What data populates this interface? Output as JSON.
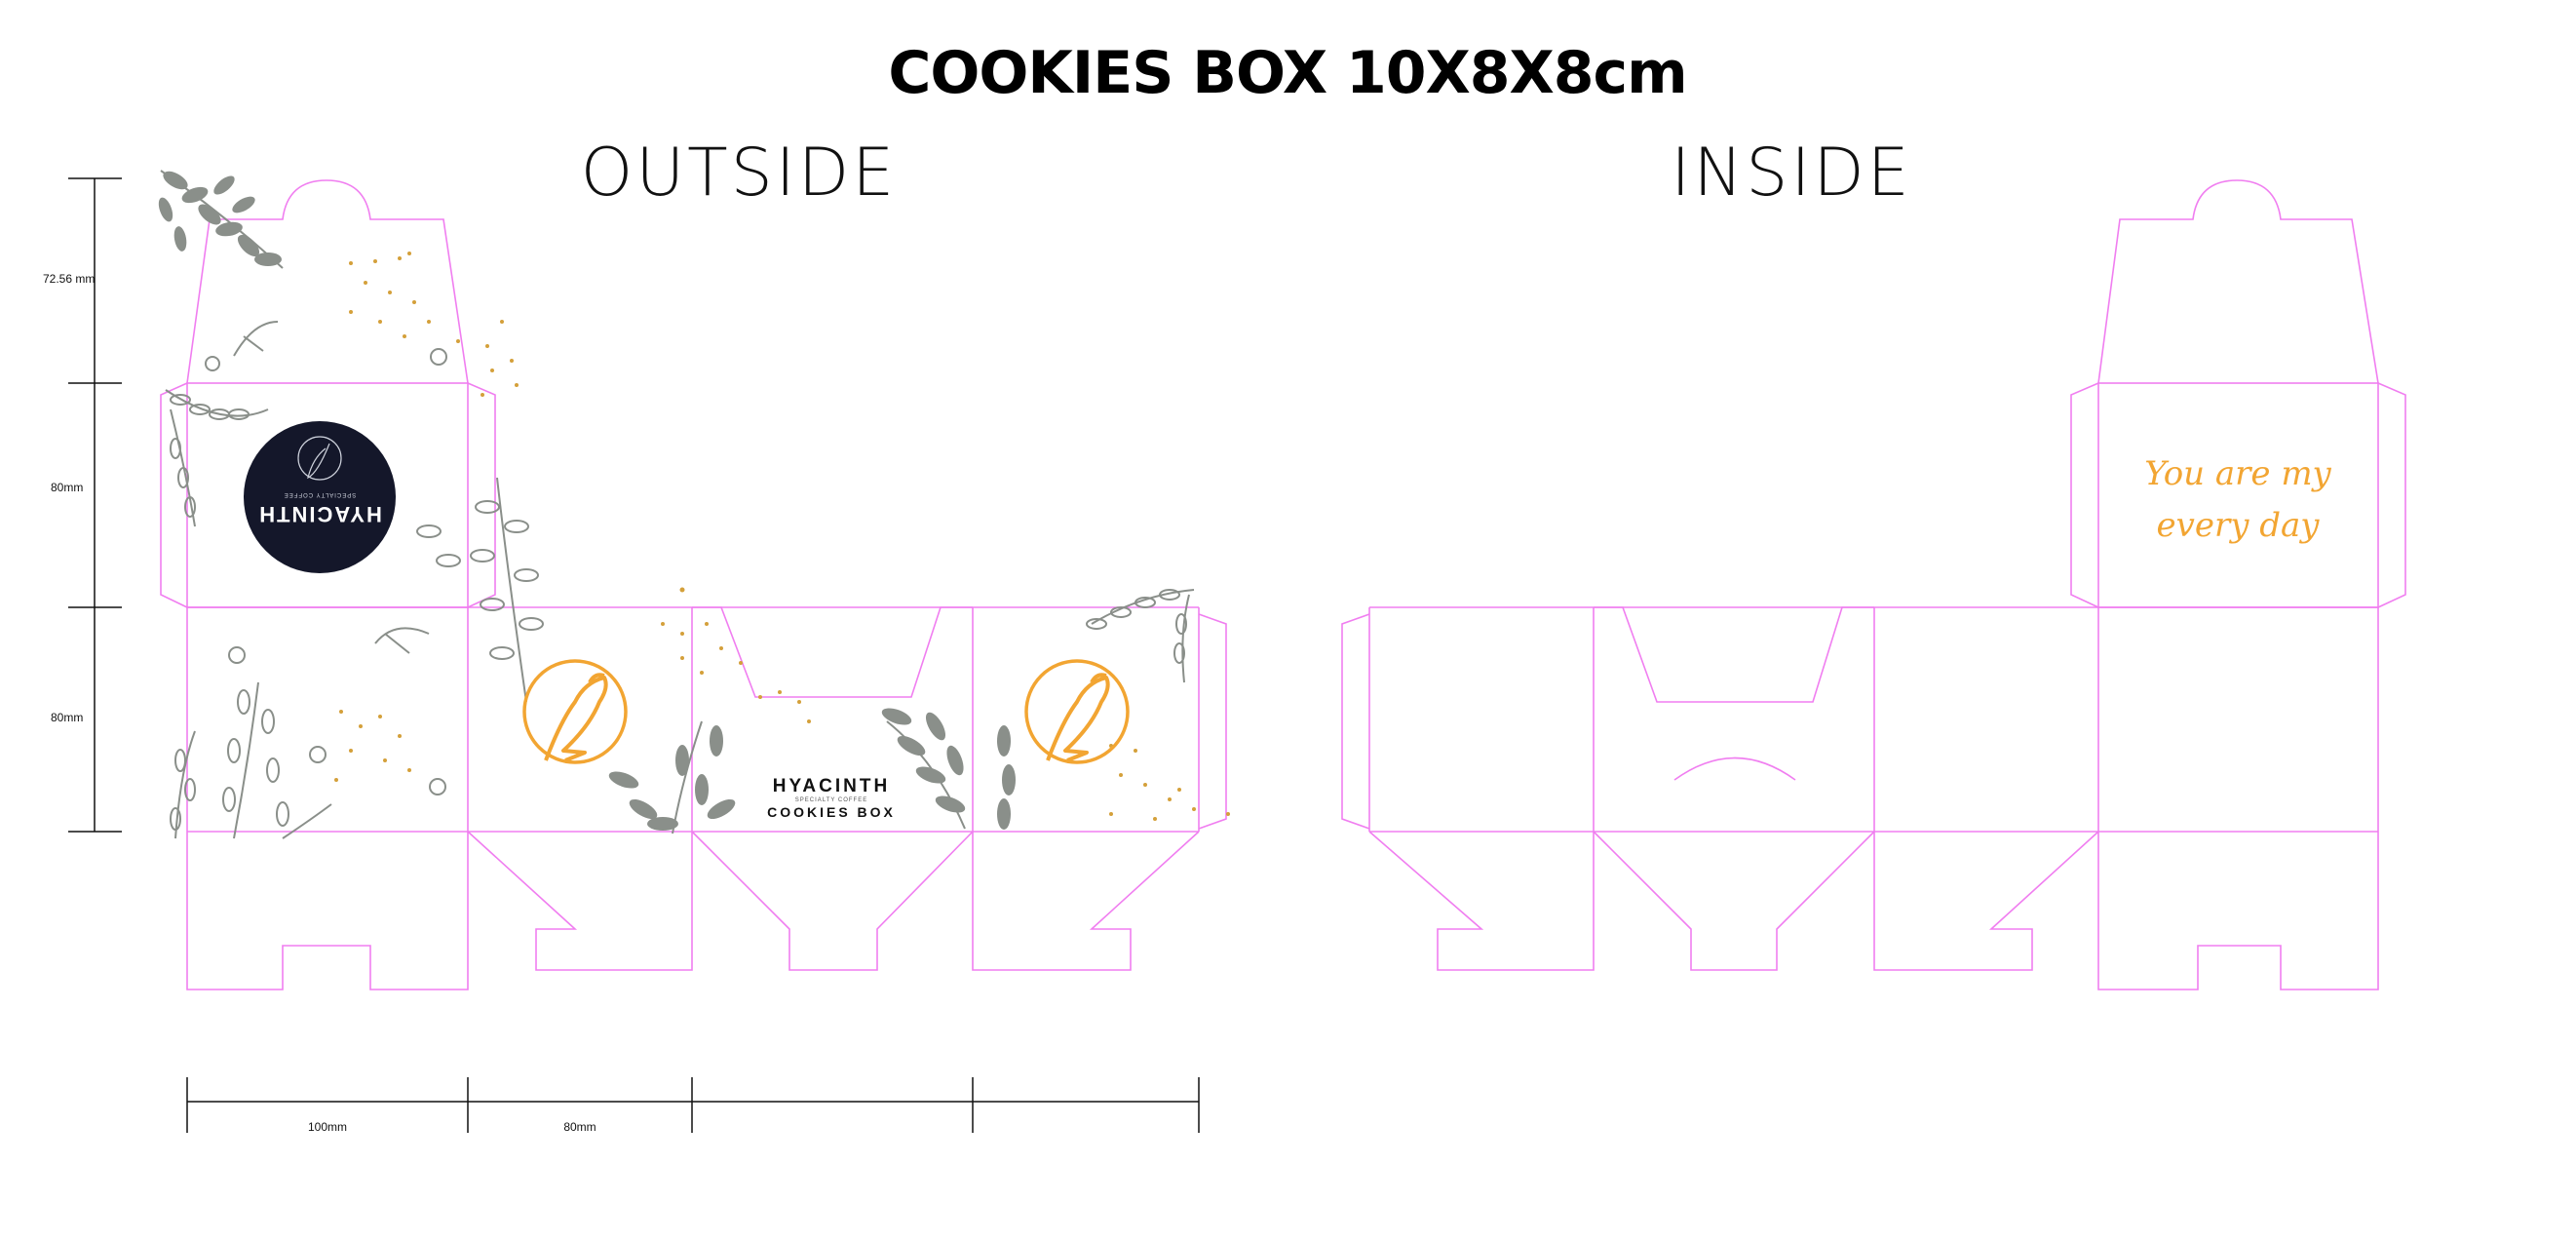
{
  "title": "COOKIES BOX 10X8X8cm",
  "panels": {
    "outside_label": "OUTSIDE",
    "inside_label": "INSIDE"
  },
  "dimensions": {
    "vertical": [
      "72.56 mm",
      "80mm",
      "80mm"
    ],
    "horizontal": [
      "100mm",
      "80mm"
    ]
  },
  "brand": {
    "name": "HYACINTH",
    "tagline": "SPECIALTY COFFEE",
    "product": "COOKIES BOX"
  },
  "inside_message": {
    "line1": "You are my",
    "line2": "every day"
  },
  "colors": {
    "dieline": "#f07ef0",
    "logo_orange": "#f2a532",
    "foliage": "#8a8f8a",
    "badge_navy": "#14172a",
    "dots": "#d4a03a"
  }
}
